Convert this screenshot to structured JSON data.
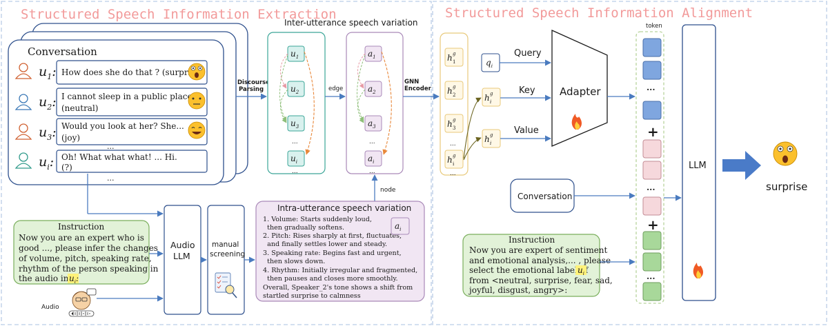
{
  "headers": {
    "left": "Structured Speech Information Extraction",
    "right": "Structured Speech Information Alignment"
  },
  "conversation": {
    "title": "Conversation",
    "rows": [
      {
        "sym": "u",
        "sub": "1",
        "text1": "How does she do that ? (surprise)",
        "text2": ""
      },
      {
        "sym": "u",
        "sub": "2",
        "text1": "I cannot sleep in a public place.",
        "text2": "(neutral)"
      },
      {
        "sym": "u",
        "sub": "3",
        "text1": "Would you look at her? She...",
        "text2": "(joy)"
      },
      {
        "sym": "u",
        "sub": "i",
        "text1": "Oh! What what what! ... Hi.",
        "text2": "(?)"
      }
    ],
    "ellipsis": "..."
  },
  "labels": {
    "discourse1": "Discourse",
    "discourse2": "Parsing",
    "edge": "edge",
    "gnn1": "GNN",
    "gnn2": "Encoder",
    "node": "node",
    "audio": "Audio",
    "manual1": "manual",
    "manual2": "screening",
    "token": "token",
    "ellipsis": "...",
    "plus": "+"
  },
  "inter": {
    "title": "Inter-utterance speech variation",
    "u_nodes": [
      "u",
      "u",
      "u",
      "u"
    ],
    "u_subs": [
      "1",
      "2",
      "3",
      "i"
    ],
    "a_nodes": [
      "a",
      "a",
      "a",
      "a"
    ],
    "a_subs": [
      "1",
      "2",
      "3",
      "i"
    ]
  },
  "hnodes": {
    "sym": "h",
    "sup": "g",
    "subs": [
      "1",
      "2",
      "3",
      "i"
    ]
  },
  "audio_llm": {
    "line1": "Audio",
    "line2": "LLM"
  },
  "instruction_left": {
    "title": "Instruction",
    "lines": [
      "Now you are an expert who is",
      "good ..., please infer the changes",
      "of volume, pitch, speaking rate,",
      "rhythm of the person speaking in",
      "the audio in"
    ],
    "u_sym": "u",
    "u_sub": "i",
    "tail": ":"
  },
  "intra": {
    "title": "Intra-utterance speech variation",
    "lines": [
      "1. Volume: Starts suddenly loud,",
      "  then gradually softens.",
      "2. Pitch: Rises sharply at first, fluctuates,",
      "  and finally settles lower and steady.",
      "3. Speaking rate: Begins fast and urgent,",
      "  then slows down.",
      "4. Rhythm: Initially irregular and fragmented,",
      "  then pauses and closes more smoothly.",
      "Overall, Speaker_2's tone shows a shift from",
      "startled surprise to calmness"
    ],
    "a_sym": "a",
    "a_sub": "i"
  },
  "alignment": {
    "q_sym": "q",
    "q_sub": "i",
    "h_sym": "h",
    "h_sup": "g",
    "h_sub": "i",
    "query": "Query",
    "key": "Key",
    "value": "Value",
    "adapter": "Adapter",
    "conversation_box": "Conversation",
    "llm": "LLM",
    "result": "surprise"
  },
  "instruction_right": {
    "title": "Instruction",
    "lines": [
      "Now you are expert of sentiment",
      "and emotional analysis,... , please",
      "select the emotional label of",
      "from <neutral, surprise, fear, sad,",
      "joyful, disgust,  angry>:"
    ],
    "u_sym": "u",
    "u_sub": "i"
  },
  "colors": {
    "teal_fill": "#d9f1ee",
    "teal_stroke": "#3aa597",
    "lilac_fill": "#f1e6f3",
    "lilac_stroke": "#a989b8",
    "green_fill": "#e2f2d8",
    "green_stroke": "#7aae5c",
    "blue_token": "#7fa6df",
    "pink_token": "#f6d8dc",
    "green_token": "#a8d89a",
    "header": "#f29a9a",
    "arrow": "#4a7bbf"
  }
}
